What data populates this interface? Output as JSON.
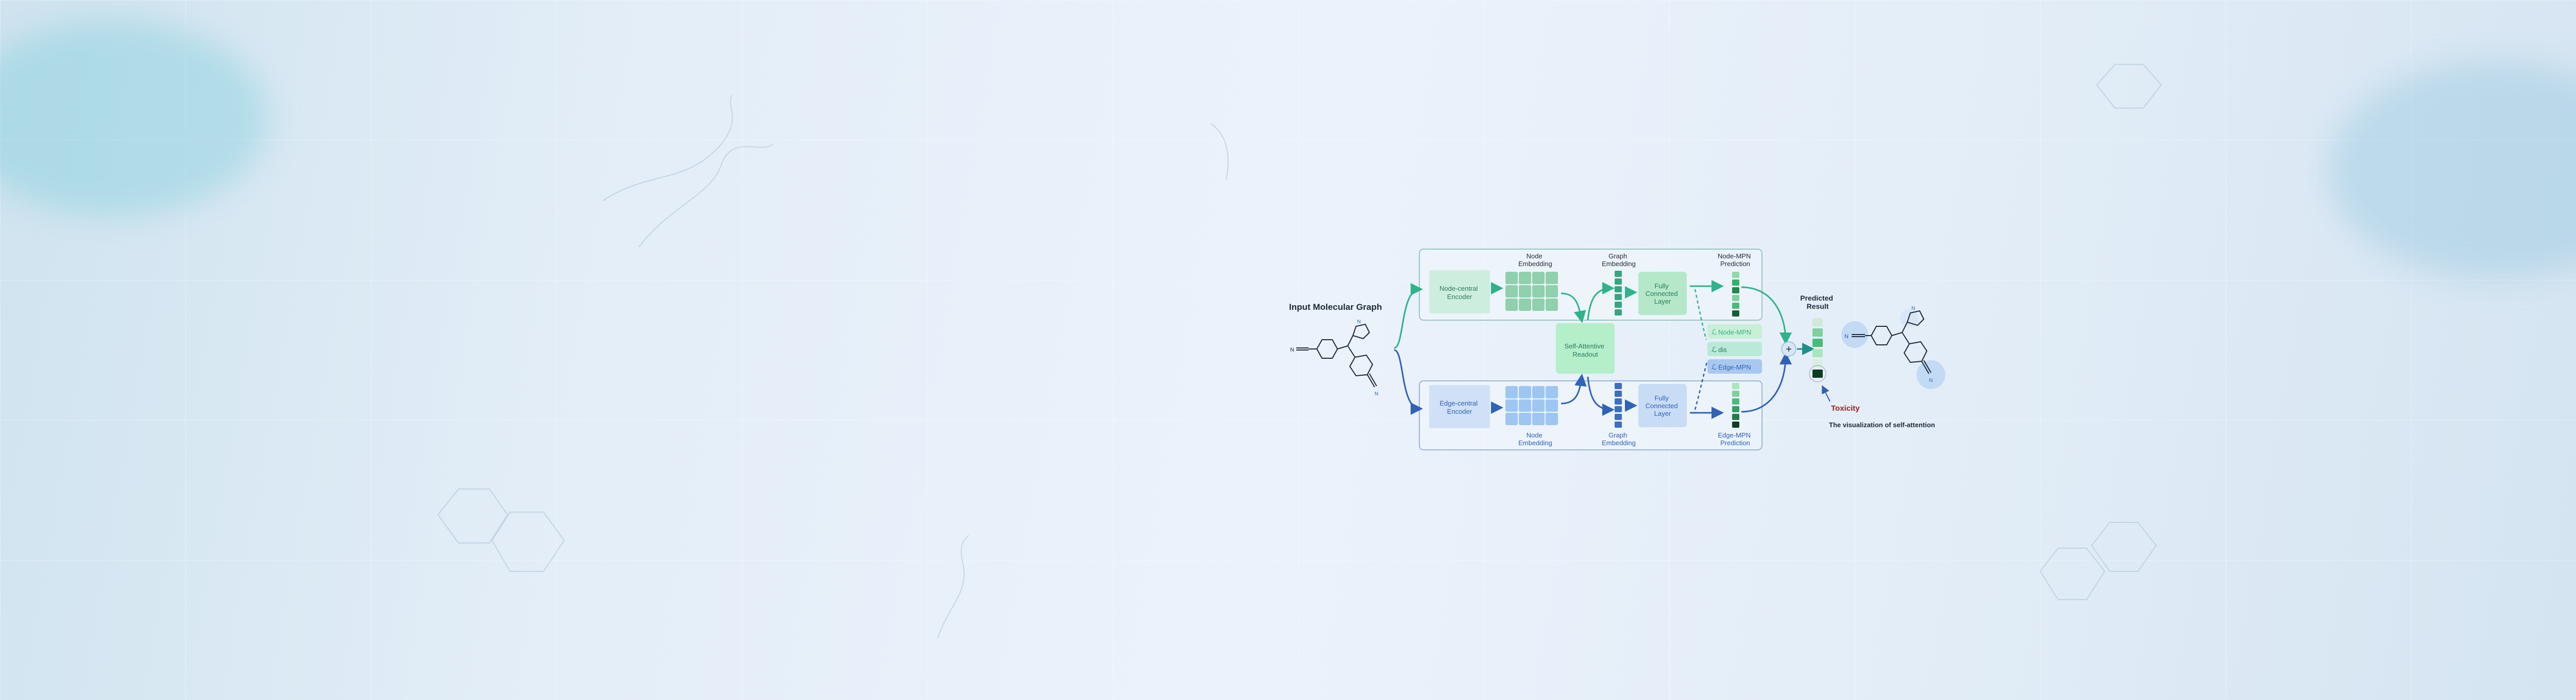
{
  "input": {
    "title": "Input Molecular Graph"
  },
  "node_path": {
    "encoder": [
      "Node-central",
      "Encoder"
    ],
    "embedding_label": [
      "Node",
      "Embedding"
    ],
    "graph_embedding_label": [
      "Graph",
      "Embedding"
    ],
    "fc": [
      "Fully",
      "Connected",
      "Layer"
    ],
    "prediction_label": [
      "Node-MPN",
      "Prediction"
    ]
  },
  "edge_path": {
    "encoder": [
      "Edge-central",
      "Encoder"
    ],
    "embedding_label": [
      "Node",
      "Embedding"
    ],
    "graph_embedding_label": [
      "Graph",
      "Embedding"
    ],
    "fc": [
      "Fully",
      "Connected",
      "Layer"
    ],
    "prediction_label": [
      "Edge-MPN",
      "Prediction"
    ]
  },
  "readout": [
    "Self-Attentive",
    "Readout"
  ],
  "loss": {
    "node": "Node-MPN",
    "dis": "dis",
    "edge": "Edge-MPN",
    "symbol": "ℒ"
  },
  "sum_symbol": "+",
  "result": {
    "title": [
      "Predicted",
      "Result"
    ],
    "label": "Toxicity"
  },
  "attention_caption": "The visualization of self-attention",
  "molecule": {
    "nitrile": "N",
    "triazole_n": "N"
  },
  "colors": {
    "green_accent": "#2fb38a",
    "blue_accent": "#2f63b8",
    "node_panel": "#cdeede",
    "edge_panel": "#cfe0f7",
    "toxicity": "#9a1c1c"
  }
}
